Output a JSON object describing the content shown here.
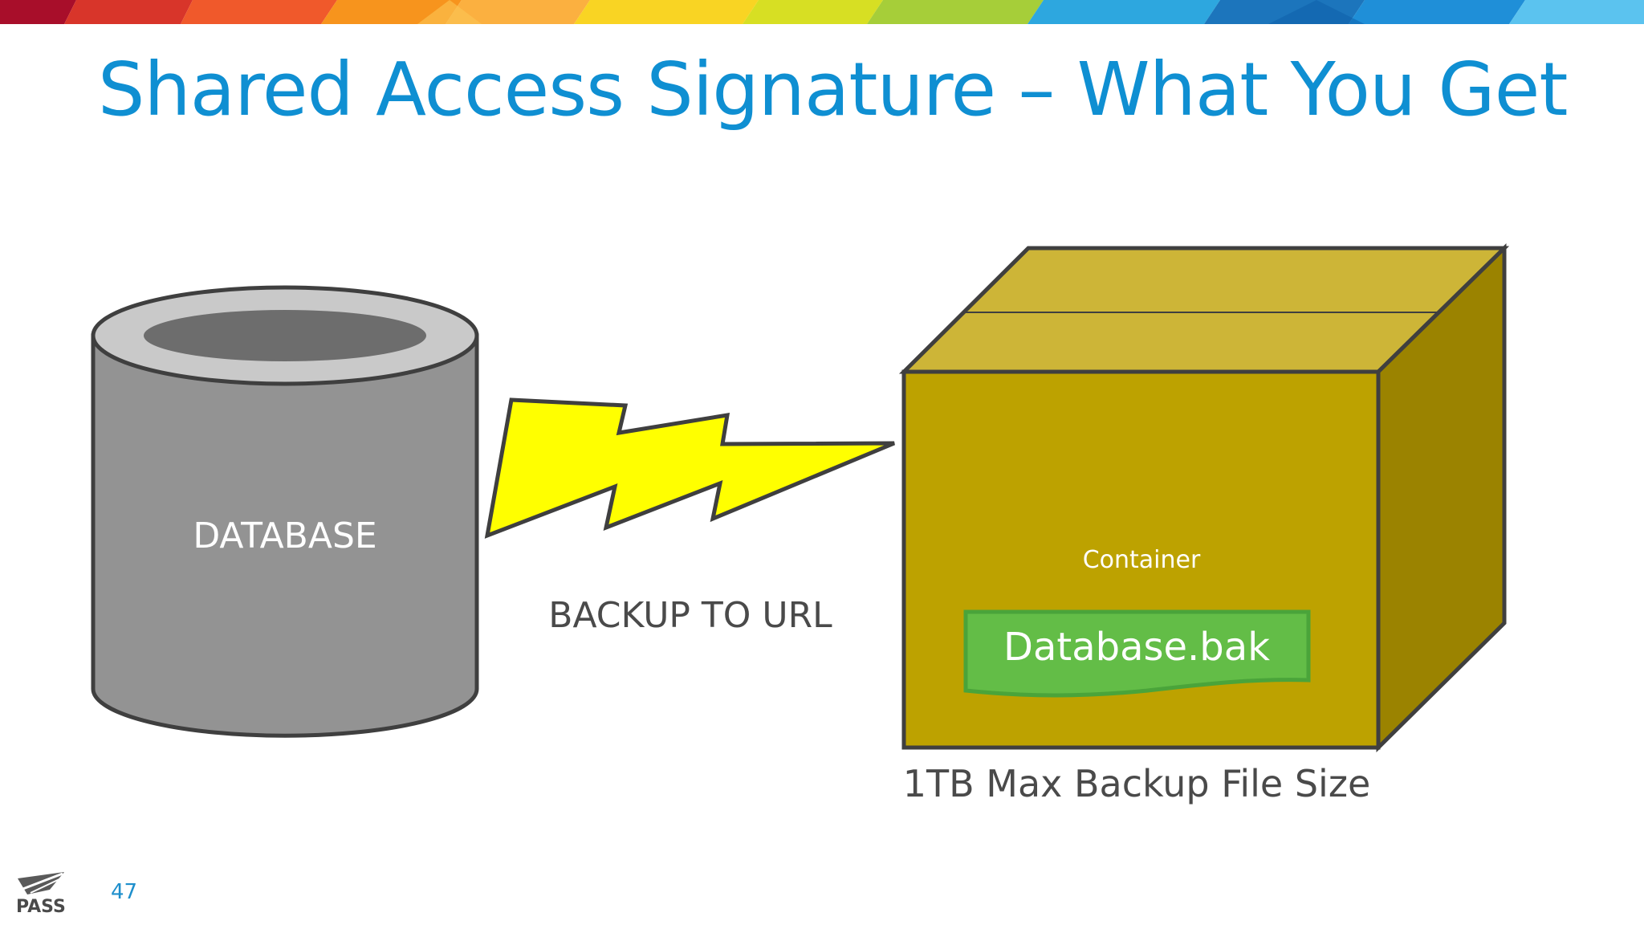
{
  "slide": {
    "title": "Shared Access Signature – What You Get",
    "page_number": "47"
  },
  "diagram": {
    "database_label": "DATABASE",
    "arrow_label": "BACKUP TO URL",
    "container_label": "Container",
    "file_label": "Database.bak",
    "size_note": "1TB Max Backup File Size"
  },
  "footer": {
    "logo_text": "PASS"
  },
  "colors": {
    "title": "#0f8fd2",
    "database_body": "#939393",
    "lightning": "#ffff00",
    "box_front": "#bda200",
    "box_top": "#cdb537",
    "box_side": "#9b8300",
    "file": "#63bd47"
  }
}
